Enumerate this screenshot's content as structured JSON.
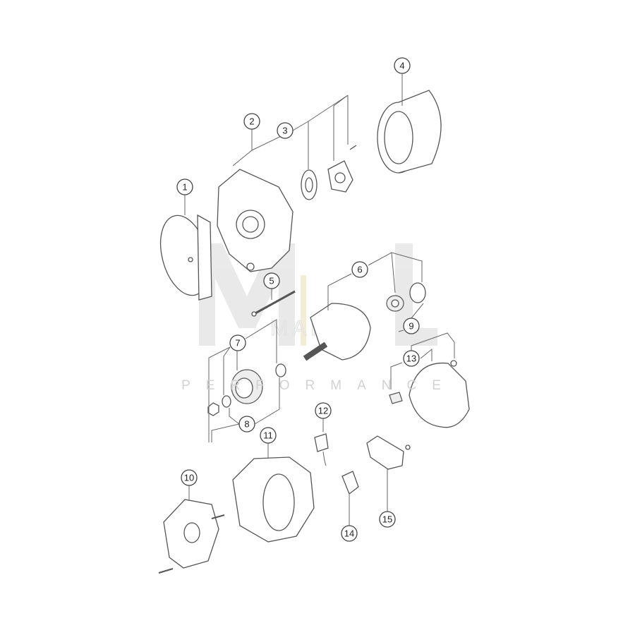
{
  "watermark": {
    "logo": "ML",
    "brand": "MAHLE",
    "tagline": "PERFORMANCE"
  },
  "callouts": [
    "1",
    "2",
    "3",
    "4",
    "5",
    "6",
    "7",
    "8",
    "9",
    "10",
    "11",
    "12",
    "13",
    "14",
    "15"
  ]
}
